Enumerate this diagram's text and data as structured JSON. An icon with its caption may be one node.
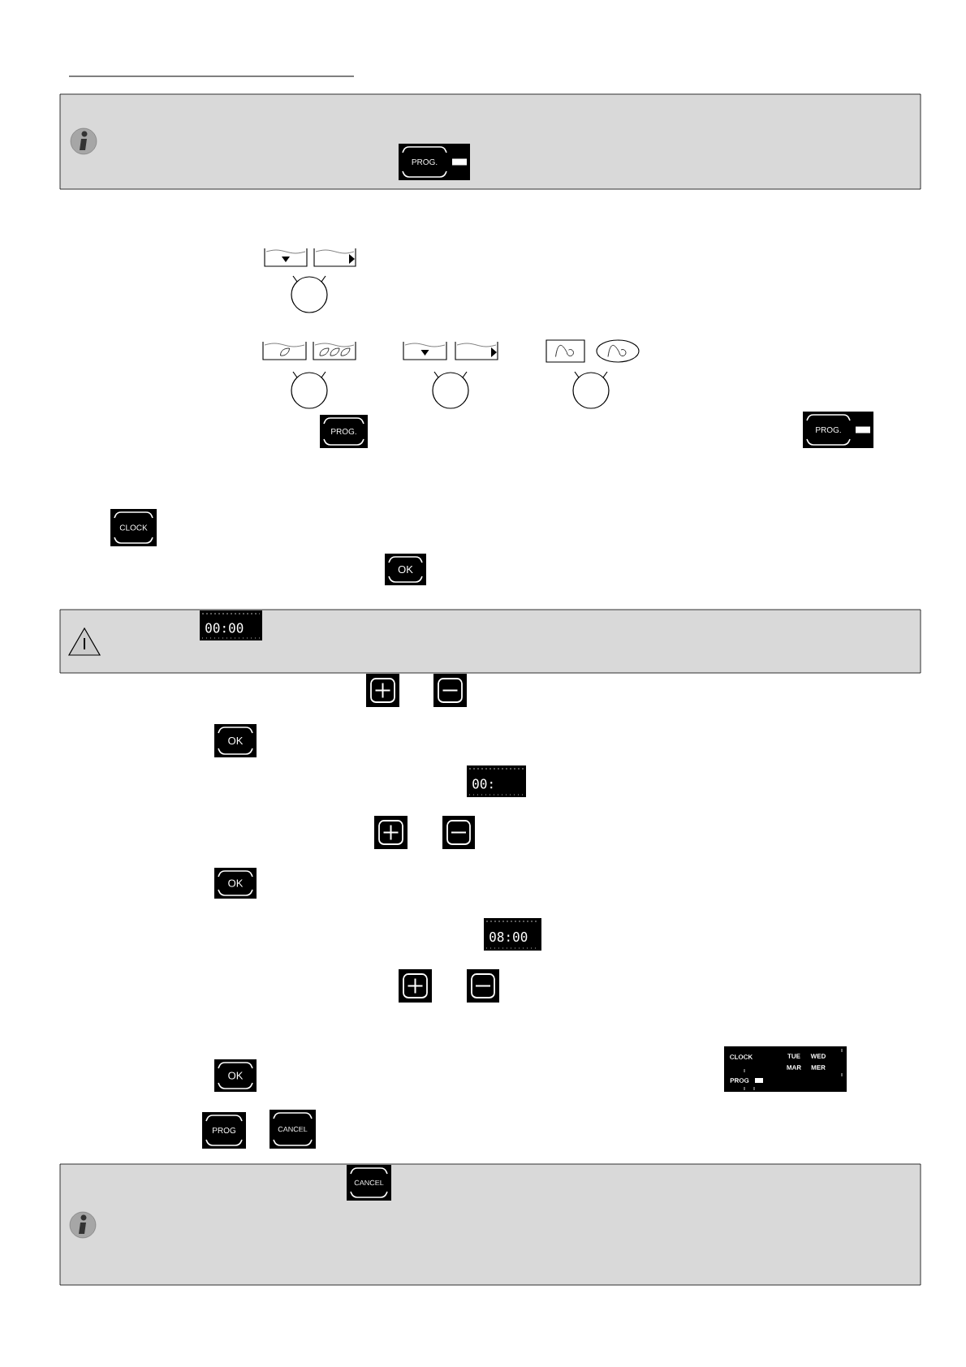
{
  "diagram": {
    "labels": [
      "PROG.",
      "PROG.",
      "PROG.",
      "CLOCK",
      "OK",
      "00:00",
      "OK",
      "00:",
      "OK",
      "08:00",
      "OK",
      "CLOCK",
      "TUE",
      "WED",
      "MAR",
      "MER",
      "PROG",
      "PROG",
      "CANCEL",
      "CANCEL"
    ]
  }
}
